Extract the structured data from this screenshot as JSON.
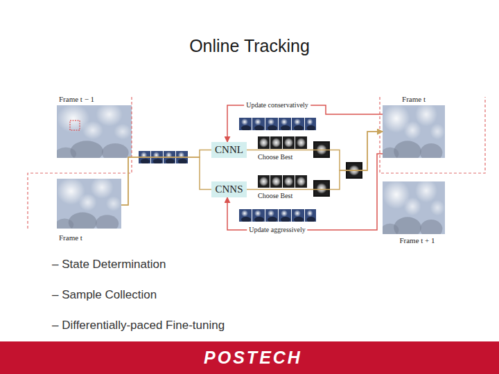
{
  "diagram": {
    "title": "Online Tracking",
    "nodes": [
      {
        "text": [
          "Frame t − 1"
        ]
      },
      {
        "text": [
          "Frame t"
        ]
      },
      {
        "text": [
          "CNNL"
        ]
      },
      {
        "text": [
          "CNNS"
        ]
      },
      {
        "text": [
          "Frame t"
        ]
      },
      {
        "text": [
          "Frame t + 1"
        ]
      }
    ],
    "edges": [
      {
        "from": 1,
        "to": 2,
        "arrow": "none"
      },
      {
        "from": 1,
        "to": 3,
        "arrow": "none"
      },
      {
        "from": 2,
        "to": 4,
        "arrow": "to"
      },
      {
        "from": 3,
        "to": 4,
        "arrow": "to"
      },
      {
        "from": 4,
        "to": 2,
        "label": "Update conservatively",
        "arrow": "to"
      },
      {
        "from": 4,
        "to": 3,
        "label": "Update aggressively",
        "arrow": "to"
      }
    ],
    "labels": [
      "Choose Best",
      "Choose Best",
      "– State Determination",
      "– Sample Collection",
      "– Differentially-paced Fine-tuning",
      "POSTECH"
    ]
  }
}
